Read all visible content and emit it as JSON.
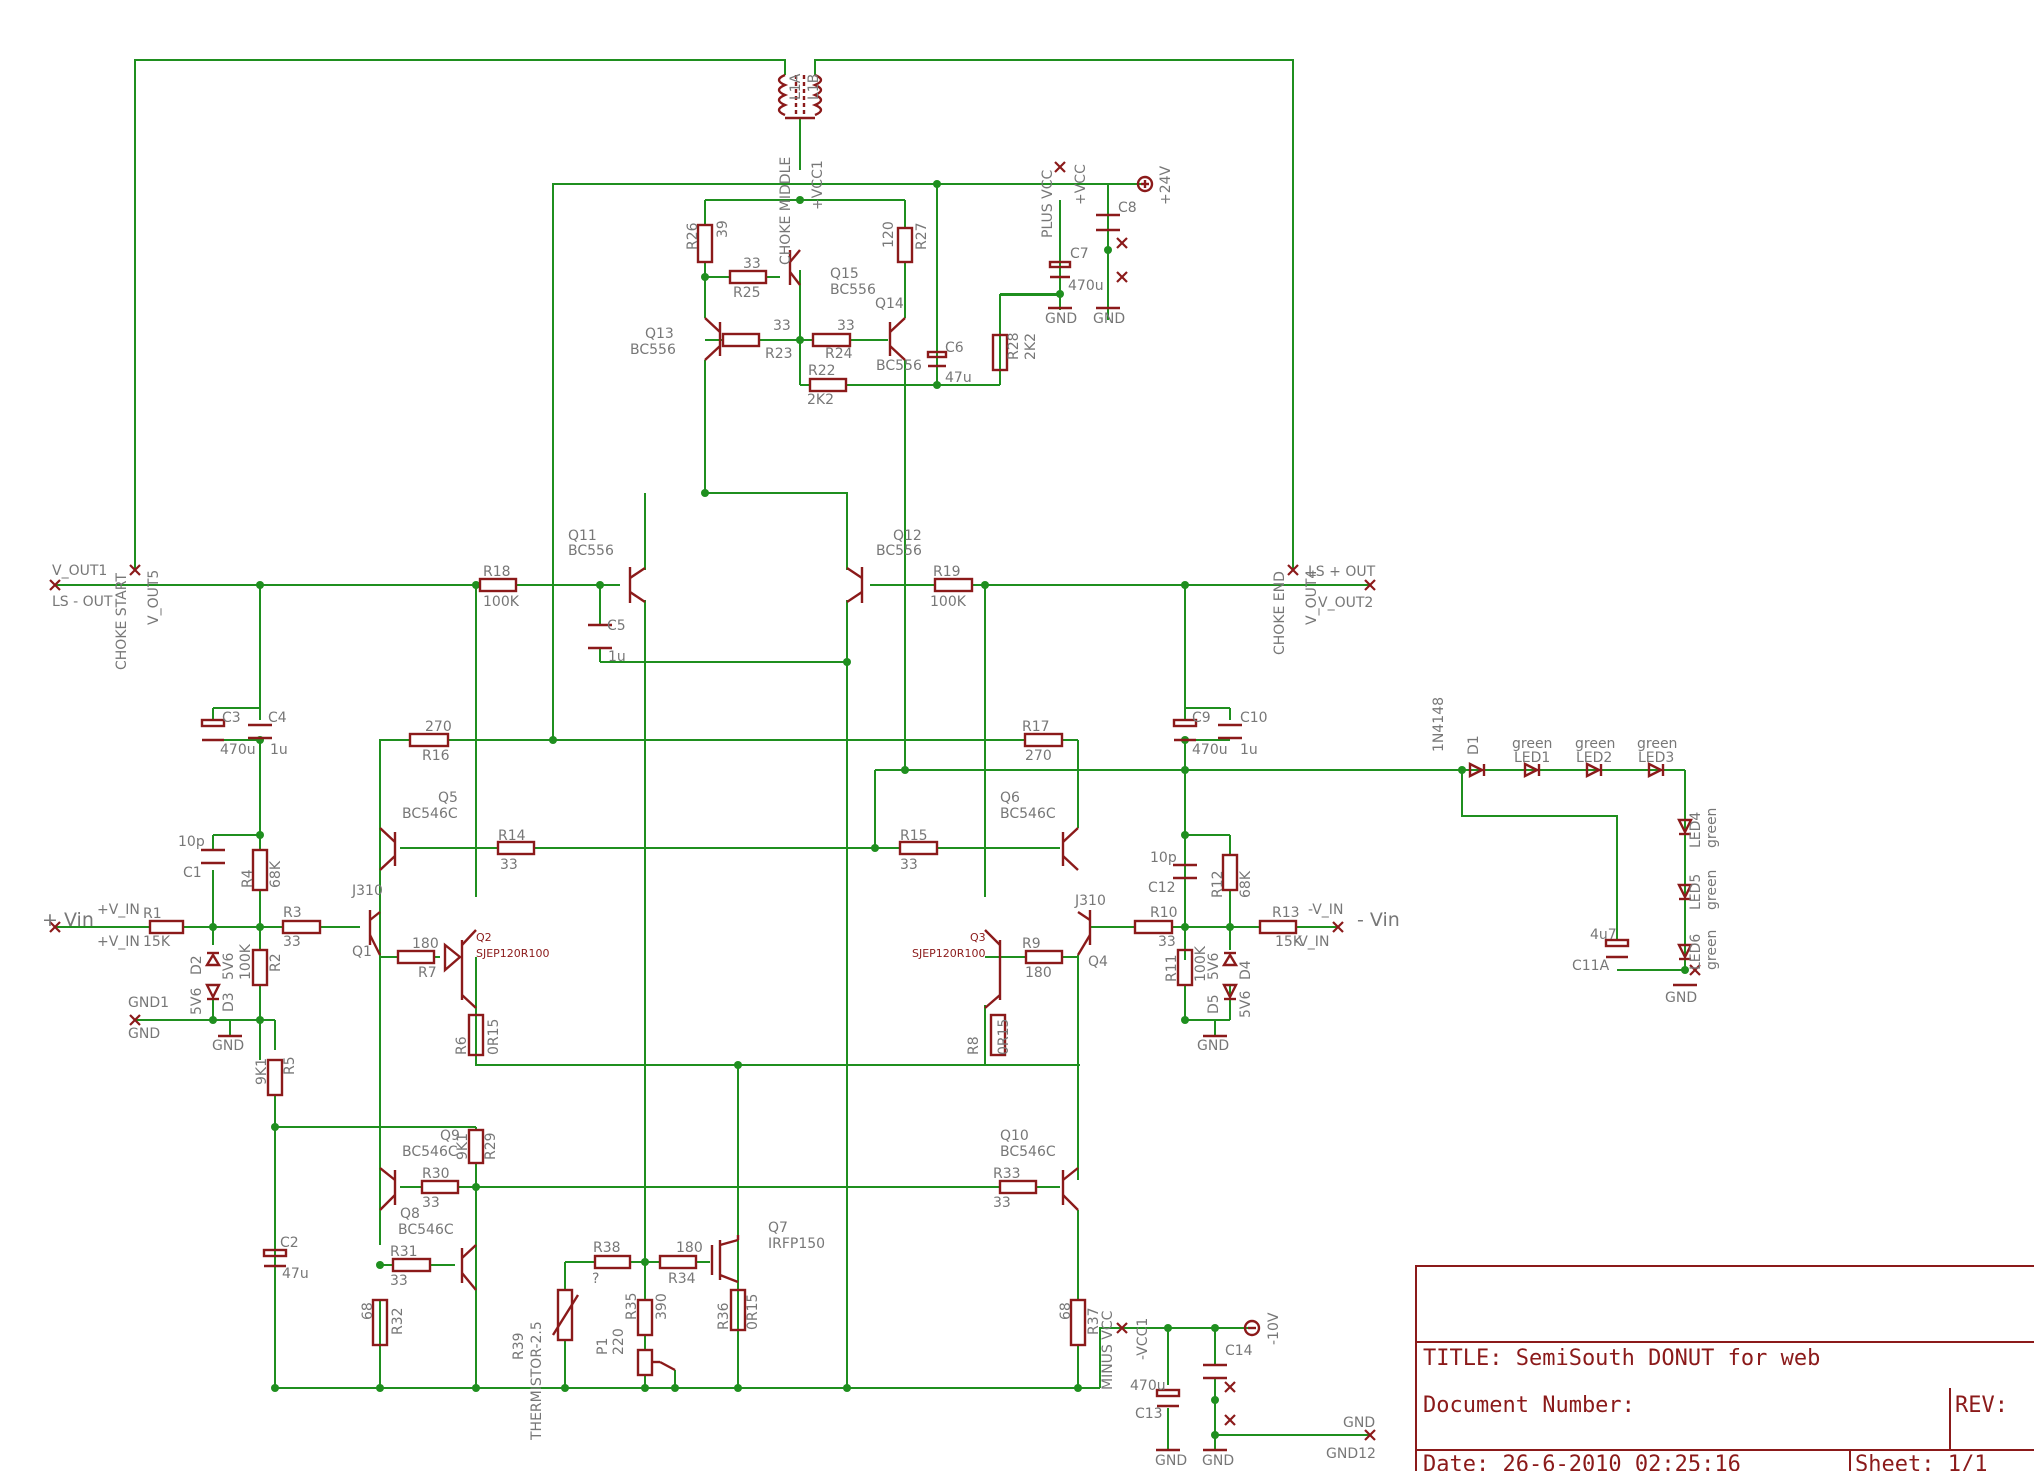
{
  "labels": {
    "choke": "L1B",
    "choke_a": "L1A",
    "choke_middle": "CHOKE MIDDLE",
    "vcc1": "+VCC1",
    "plus_vcc": "PLUS VCC",
    "plus_vcc2": "+VCC",
    "v24": "+24V",
    "c8": "C8",
    "c7": "C7",
    "c7v": "470u",
    "gnd": "GND",
    "r26": "R26",
    "r26v": "39",
    "r25": "R25",
    "r25v": "33",
    "q15": "Q15",
    "q15t": "BC556",
    "r27": "R27",
    "r27v": "120",
    "q13": "Q13",
    "q13t": "BC556",
    "r23": "R23",
    "r23v": "33",
    "r24": "R24",
    "r24v": "33",
    "q14": "Q14",
    "q14t": "BC556",
    "c6": "C6",
    "c6v": "47u",
    "r22": "R22",
    "r22v": "2K2",
    "r28": "R28",
    "r28v": "2K2",
    "q11": "Q11",
    "q11t": "BC556",
    "q12": "Q12",
    "q12t": "BC556",
    "vout1": "V_OUT1",
    "lsout": "LS - OUT",
    "chokestart": "CHOKE START",
    "vout5": "V_OUT5",
    "r18": "R18",
    "r18v": "100K",
    "r19": "R19",
    "r19v": "100K",
    "chokeend": "CHOKE END",
    "vout4": "V_OUT4",
    "lsplus": "LS + OUT",
    "vout2": "V_OUT2",
    "c5": "C5",
    "c5v": "1u",
    "c3": "C3",
    "c3v": "470u",
    "c4": "C4",
    "c4v": "1u",
    "c9": "C9",
    "c9v": "470u",
    "c10": "C10",
    "c10v": "1u",
    "r16": "R16",
    "r16v": "270",
    "r17": "R17",
    "r17v": "270",
    "d1": "D1",
    "d1v": "1N4148",
    "led1": "LED1",
    "led2": "LED2",
    "led3": "LED3",
    "led4": "LED4",
    "led5": "LED5",
    "led6": "LED6",
    "green": "green",
    "q5": "Q5",
    "q5t": "BC546C",
    "q6": "Q6",
    "q6t": "BC546C",
    "r14": "R14",
    "r14v": "33",
    "r15": "R15",
    "r15v": "33",
    "c1": "C1",
    "c1v": "10p",
    "r4": "R4",
    "r4v": "68K",
    "c12": "C12",
    "c12v": "10p",
    "r12": "R12",
    "r12v": "68K",
    "vin_plus": "+ Vin",
    "vin_lab": "+V_IN",
    "r1": "R1",
    "r1v": "15K",
    "r3": "R3",
    "r3v": "33",
    "j310a": "J310",
    "q1": "Q1",
    "q2": "Q2",
    "q2t": "SJEP120R100",
    "r7": "R7",
    "r7v": "180",
    "q3": "Q3",
    "q3t": "SJEP120R100",
    "r9": "R9",
    "r9v": "180",
    "j310b": "J310",
    "q4": "Q4",
    "r10": "R10",
    "r10v": "33",
    "r13": "R13",
    "r13v": "15K",
    "vin_minus_lab": "-V_IN",
    "vin_minus": "- Vin",
    "d2": "D2",
    "d2v": "5V6",
    "d3": "D3",
    "d3v": "5V6",
    "r2": "R2",
    "r2v": "100K",
    "r11": "R11",
    "r11v": "100K",
    "d4": "D4",
    "d4v": "5V6",
    "d5": "D5",
    "d5v": "5V6",
    "gnd1": "GND1",
    "c11a": "C11A",
    "c11av": "4u7",
    "r6": "R6",
    "r6v": "0R15",
    "r8": "R8",
    "r8v": "0R15",
    "r5": "R5",
    "r5v": "9K1",
    "q9": "Q9",
    "q9t": "BC546C",
    "r29": "R29",
    "r29v": "9K1",
    "r30": "R30",
    "r30v": "33",
    "q8": "Q8",
    "q8t": "BC546C",
    "q10": "Q10",
    "q10t": "BC546C",
    "r33": "R33",
    "r33v": "33",
    "c2": "C2",
    "c2v": "47u",
    "r31": "R31",
    "r31v": "33",
    "r32": "R32",
    "r32v": "68",
    "r38": "R38",
    "r38v": "?",
    "r34": "R34",
    "r34v": "180",
    "q7": "Q7",
    "q7t": "IRFP150",
    "r35": "R35",
    "r35v": "390",
    "r36": "R36",
    "r36v": "0R15",
    "r39": "R39",
    "r39t": "THERMISTOR-2.5",
    "p1": "P1",
    "p1v": "220",
    "r37": "R37",
    "r37v": "68",
    "minus_vcc": "MINUS VCC",
    "vcc1m": "-VCC1",
    "c13": "C13",
    "c13v": "470u",
    "c14": "C14",
    "v10": "-10V",
    "gnd12": "GND12"
  },
  "title_block": {
    "title": "TITLE:  SemiSouth DONUT for web",
    "document": "Document Number:",
    "rev": "REV:",
    "date": "Date: 26-6-2010 02:25:16",
    "sheet": "Sheet: 1/1"
  }
}
